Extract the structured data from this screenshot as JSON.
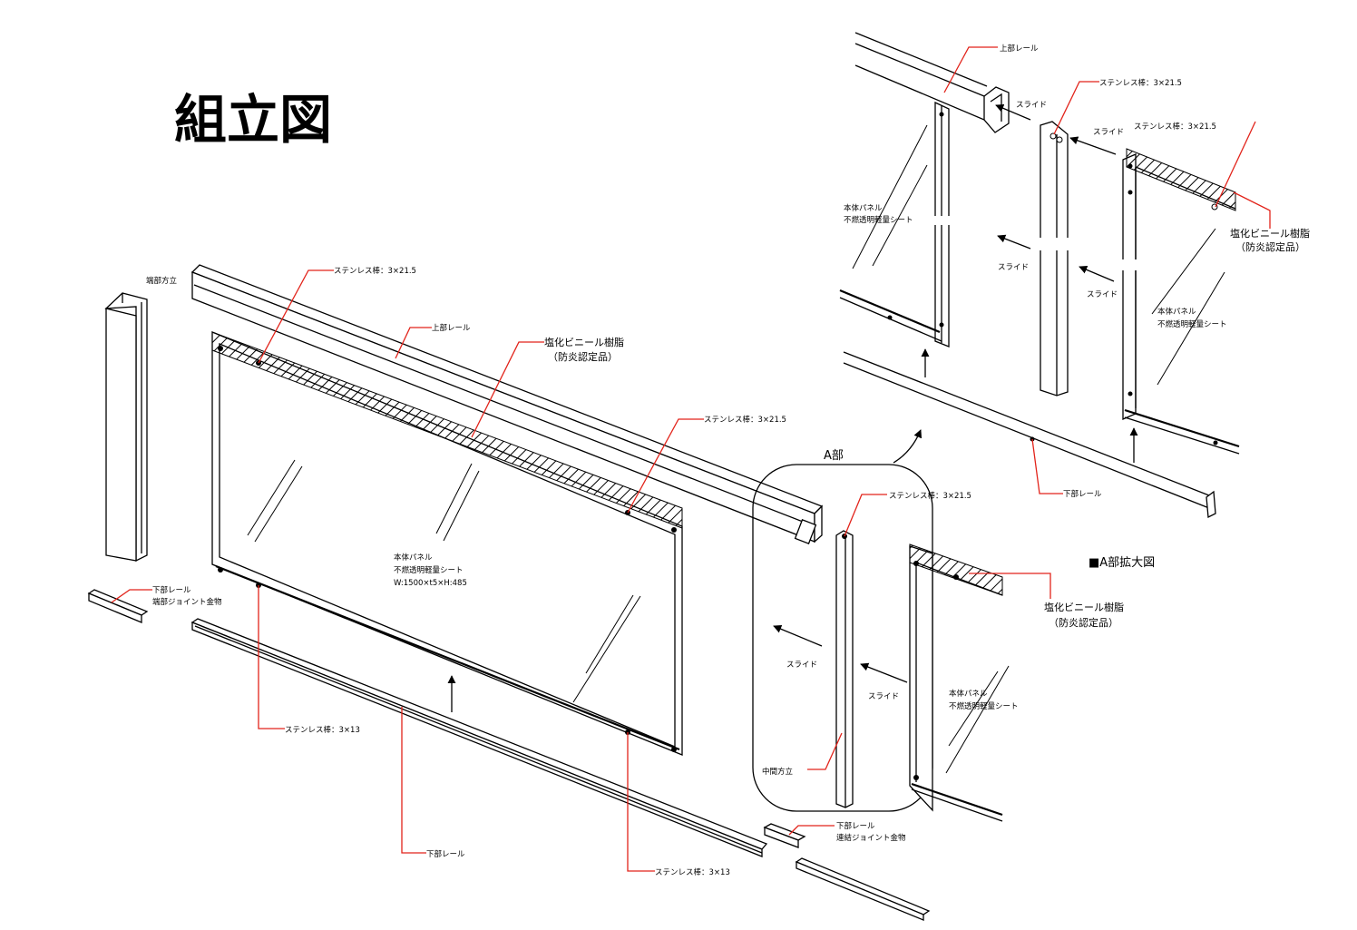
{
  "title": "組立図",
  "main": {
    "endpost": "端部方立",
    "toprail": "上部レール",
    "ss_top_left": "ステンレス棒：3×21.5",
    "ss_top_right": "ステンレス棒：3×21.5",
    "pvc_line1": "塩化ビニール樹脂",
    "pvc_line2": "（防炎認定品）",
    "panel_line1": "本体パネル",
    "panel_line2": "不燃透明軽量シート",
    "panel_line3": "W:1500×t5×H:485",
    "ss_bottom_left": "ステンレス棒：3×13",
    "ss_bottom_right": "ステンレス棒：3×13",
    "bottomrail": "下部レール",
    "endjoint_line1": "下部レール",
    "endjoint_line2": "端部ジョイント金物",
    "connjoint_line1": "下部レール",
    "connjoint_line2": "連結ジョイント金物"
  },
  "detail_a": {
    "label": "A部",
    "ss": "ステンレス棒：3×21.5",
    "midpost": "中間方立",
    "slide_left": "スライド",
    "slide_right": "スライド",
    "pvc_line1": "塩化ビニール樹脂",
    "pvc_line2": "（防炎認定品）",
    "panel_line1": "本体パネル",
    "panel_line2": "不燃透明軽量シート"
  },
  "enlarged": {
    "caption": "■A部拡大図",
    "toprail": "上部レール",
    "ss_1": "ステンレス棒：3×21.5",
    "ss_2": "ステンレス棒：3×21.5",
    "slide_1": "スライド",
    "slide_2": "スライド",
    "slide_3": "スライド",
    "slide_4": "スライド",
    "panel_left_line1": "本体パネル",
    "panel_left_line2": "不燃透明軽量シート",
    "panel_right_line1": "本体パネル",
    "panel_right_line2": "不燃透明軽量シート",
    "pvc_line1": "塩化ビニール樹脂",
    "pvc_line2": "（防炎認定品）",
    "bottomrail": "下部レール"
  },
  "colors": {
    "leader": "#e2231a",
    "line": "#000000"
  }
}
